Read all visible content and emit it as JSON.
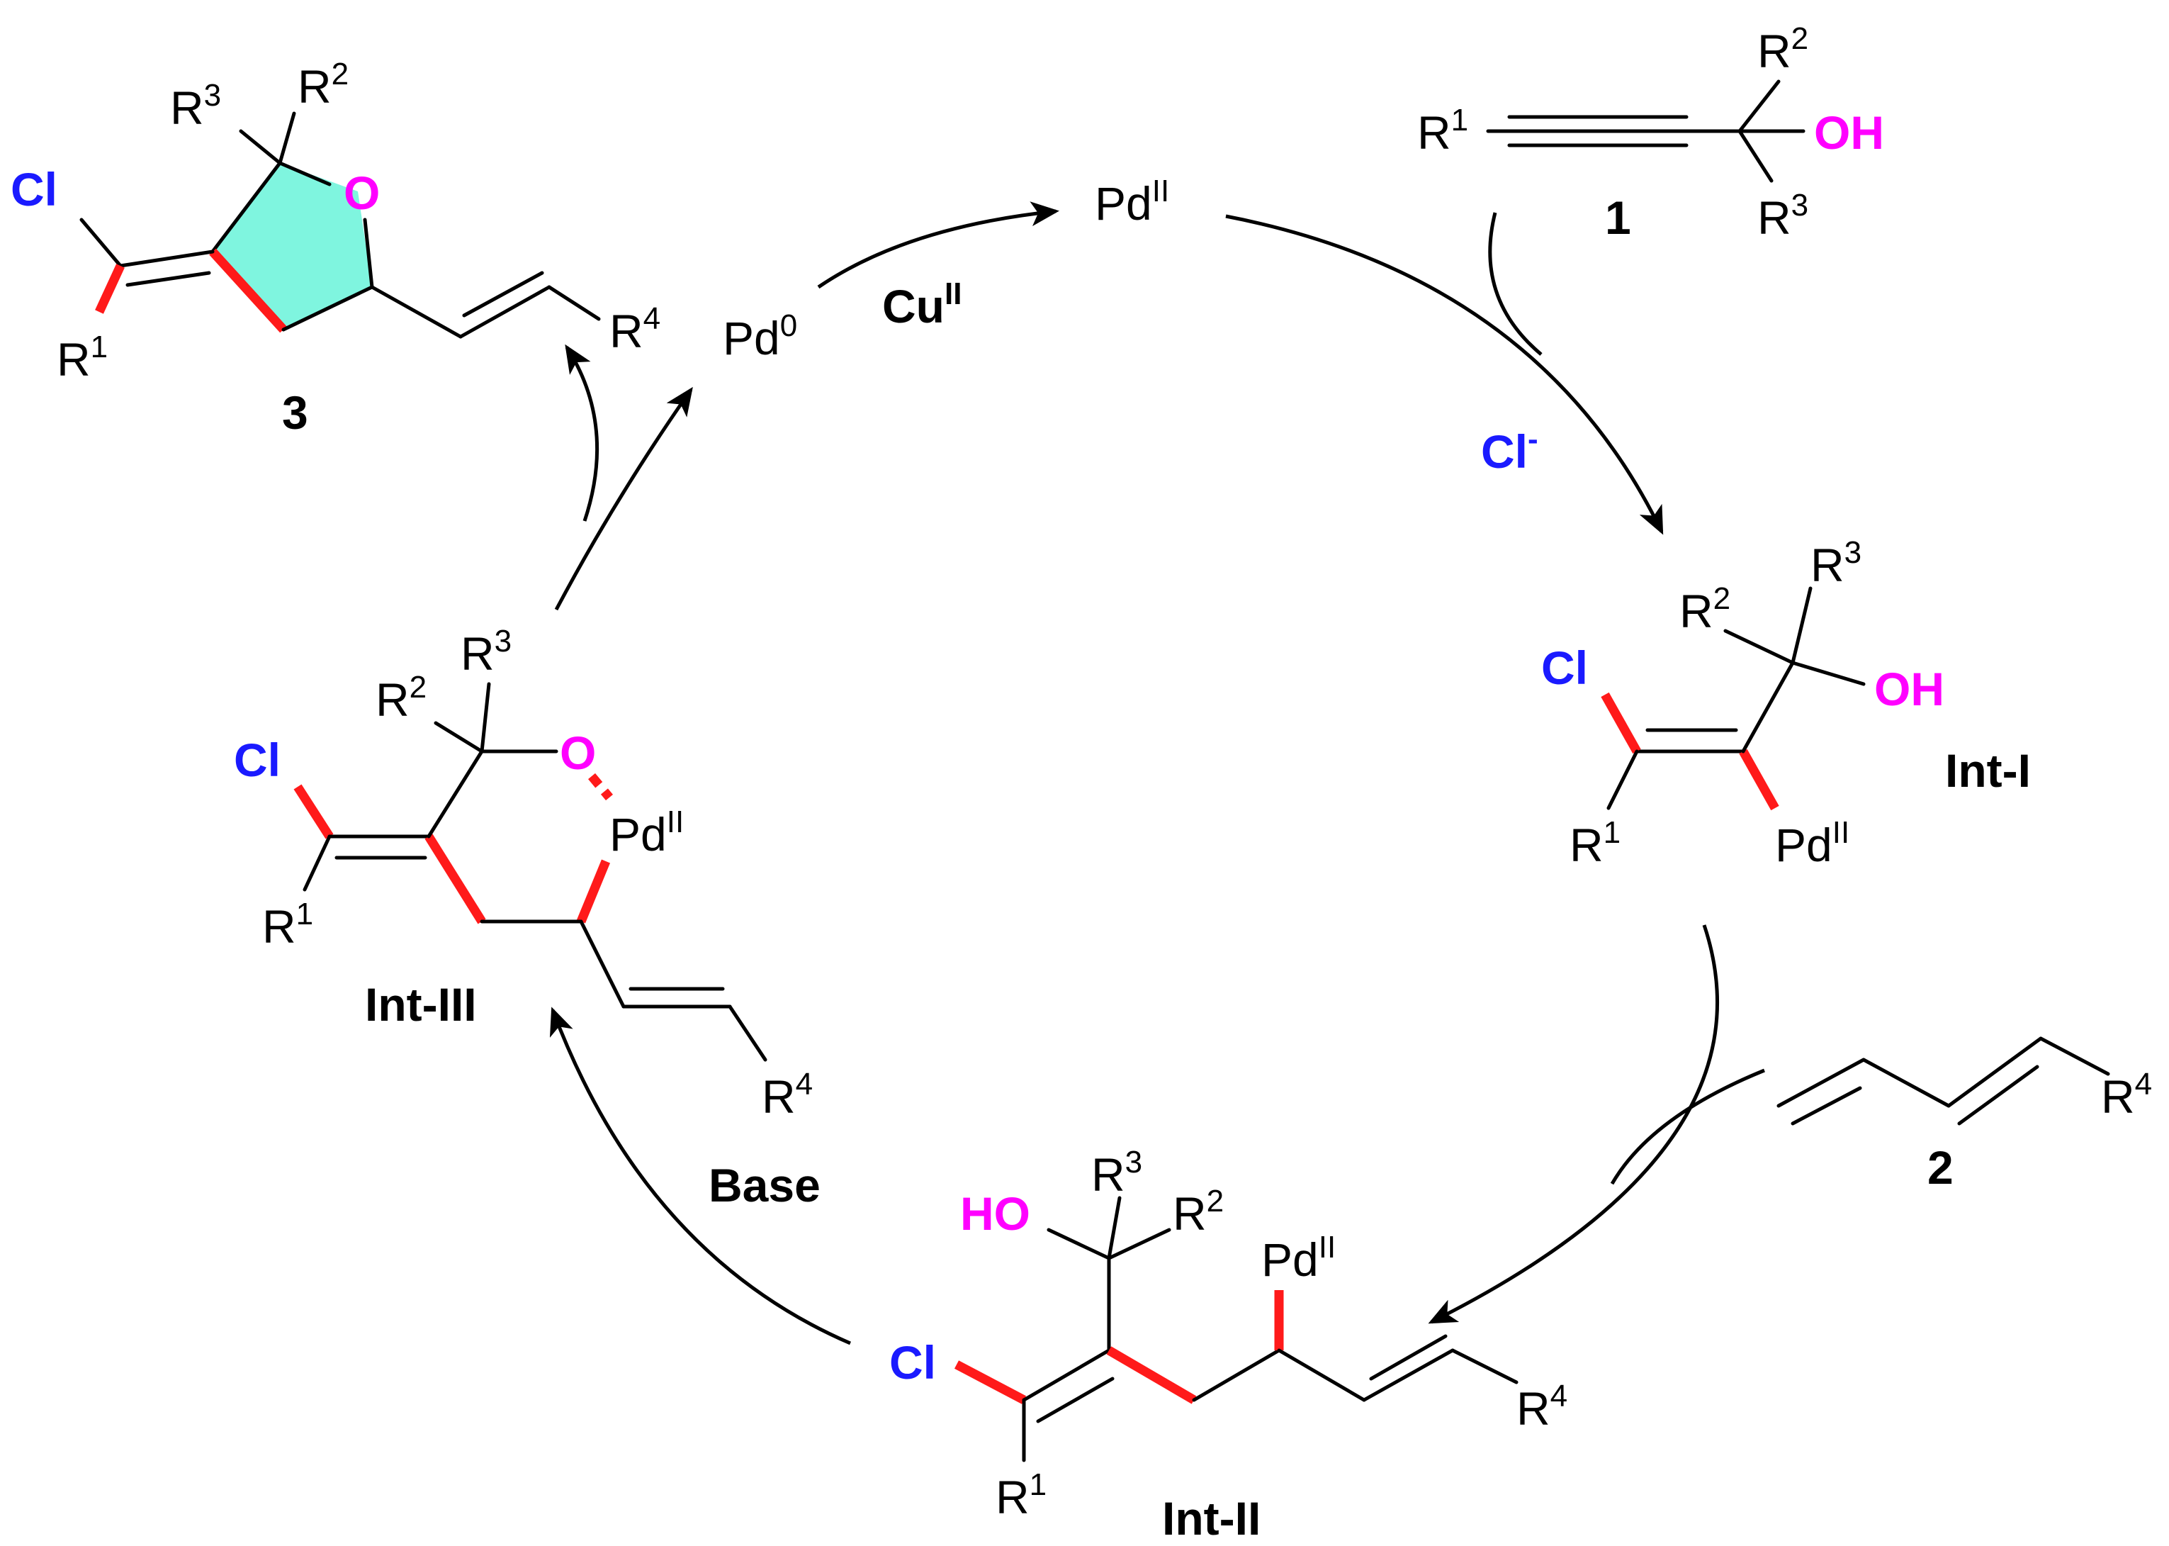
{
  "colors": {
    "chlorine": "#1a1aff",
    "oxygen": "#ff00ff",
    "new_bond": "#ff1a1a",
    "ring_fill": "#7ff5df"
  },
  "species": {
    "compound_1": {
      "label": "1",
      "r1": "R",
      "r2": "R",
      "r3": "R",
      "oh": "OH"
    },
    "compound_2": {
      "label": "2",
      "r4": "R"
    },
    "compound_3": {
      "label": "3",
      "cl": "Cl",
      "o": "O",
      "r1": "R",
      "r2": "R",
      "r3": "R",
      "r4": "R"
    },
    "int_1": {
      "label": "Int-I",
      "cl": "Cl",
      "oh": "OH",
      "pd": "Pd",
      "r1": "R",
      "r2": "R",
      "r3": "R"
    },
    "int_2": {
      "label": "Int-II",
      "cl": "Cl",
      "ho": "HO",
      "pd": "Pd",
      "r1": "R",
      "r2": "R",
      "r3": "R",
      "r4": "R"
    },
    "int_3": {
      "label": "Int-III",
      "cl": "Cl",
      "o": "O",
      "pd": "Pd",
      "r1": "R",
      "r2": "R",
      "r3": "R",
      "r4": "R"
    }
  },
  "superscripts": {
    "one": "1",
    "two": "2",
    "three": "3",
    "four": "4",
    "pd_ii": "II",
    "pd_0": "0",
    "minus": "-"
  },
  "catalysts": {
    "pd_ii": "Pd",
    "pd_0": "Pd",
    "cu_ii": "Cu",
    "chloride": "Cl"
  },
  "reagents": {
    "base": "Base"
  }
}
